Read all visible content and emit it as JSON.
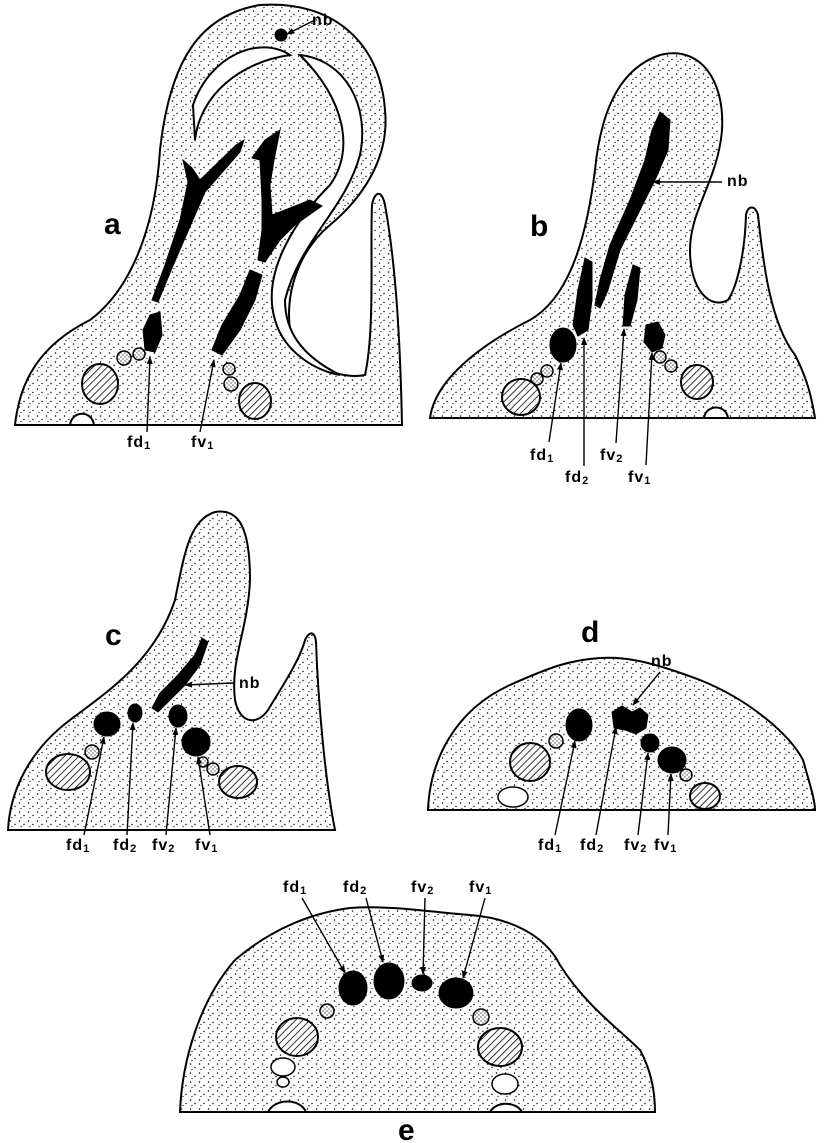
{
  "panels": {
    "a": {
      "letter": "a",
      "labels": [
        {
          "base": "nb",
          "sub": ""
        },
        {
          "base": "fd",
          "sub": "1"
        },
        {
          "base": "fv",
          "sub": "1"
        }
      ]
    },
    "b": {
      "letter": "b",
      "labels": [
        {
          "base": "nb",
          "sub": ""
        },
        {
          "base": "fd",
          "sub": "1"
        },
        {
          "base": "fd",
          "sub": "2"
        },
        {
          "base": "fv",
          "sub": "2"
        },
        {
          "base": "fv",
          "sub": "1"
        }
      ]
    },
    "c": {
      "letter": "c",
      "labels": [
        {
          "base": "nb",
          "sub": ""
        },
        {
          "base": "fd",
          "sub": "1"
        },
        {
          "base": "fd",
          "sub": "2"
        },
        {
          "base": "fv",
          "sub": "2"
        },
        {
          "base": "fv",
          "sub": "1"
        }
      ]
    },
    "d": {
      "letter": "d",
      "labels": [
        {
          "base": "nb",
          "sub": ""
        },
        {
          "base": "fd",
          "sub": "1"
        },
        {
          "base": "fd",
          "sub": "2"
        },
        {
          "base": "fv",
          "sub": "2"
        },
        {
          "base": "fv",
          "sub": "1"
        }
      ]
    },
    "e": {
      "letter": "e",
      "labels": [
        {
          "base": "fd",
          "sub": "1"
        },
        {
          "base": "fd",
          "sub": "2"
        },
        {
          "base": "fv",
          "sub": "2"
        },
        {
          "base": "fv",
          "sub": "1"
        }
      ]
    }
  }
}
